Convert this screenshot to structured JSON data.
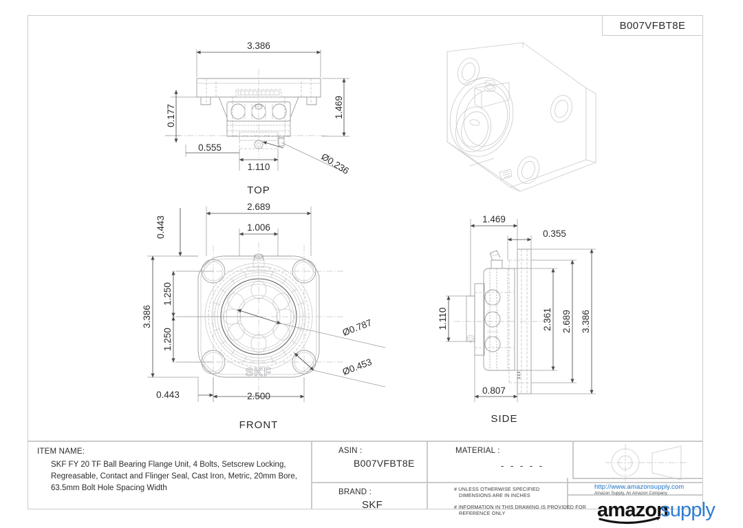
{
  "header": {
    "asin_box": "B007VFBT8E"
  },
  "views": {
    "top": {
      "label": "TOP",
      "dims": [
        "3.386",
        "0.177",
        "1.469",
        "0.555",
        "1.110",
        "Ø0.236"
      ]
    },
    "iso": {
      "label": ""
    },
    "front": {
      "label": "FRONT",
      "dims": [
        "2.689",
        "1.006",
        "0.443",
        "3.386",
        "1.250",
        "1.250",
        "0.443",
        "2.500",
        "Ø0.787",
        "Ø0.453"
      ],
      "brand_mark": "SKF"
    },
    "side": {
      "label": "SIDE",
      "dims": [
        "1.469",
        "0.355",
        "1.110",
        "2.361",
        "2.689",
        "3.386",
        "0.807"
      ]
    }
  },
  "title_block": {
    "item_name_label": "ITEM NAME:",
    "item_name_value": "SKF FY 20 TF Ball Bearing Flange Unit, 4 Bolts, Setscrew Locking, Regreasable, Contact and Flinger Seal, Cast Iron, Metric, 20mm Bore, 63.5mm Bolt Hole Spacing Width",
    "asin_label": "ASIN :",
    "asin_value": "B007VFBT8E",
    "brand_label": "BRAND :",
    "brand_value": "SKF",
    "material_label": "MATERIAL :",
    "material_value": "- - - - -",
    "note1_line1": "# UNLESS OTHERWISE SPECIFIED",
    "note1_line2": "DIMENSIONS ARE IN INCHES",
    "note2_line1": "# INFORMATION IN THIS DRAWING IS PROVIDED FOR",
    "note2_line2": "REFERENCE ONLY",
    "url": "http://www.amazonsupply.com",
    "url_sub": "Amazon Supply, An Amazon Company",
    "logo_amazon": "amazon",
    "logo_supply": "supply"
  },
  "colors": {
    "link_blue": "#1a6fc4",
    "logo_blue": "#2d7dd2",
    "line_gray": "#c9cacc",
    "text_dark": "#2b2b2b"
  }
}
